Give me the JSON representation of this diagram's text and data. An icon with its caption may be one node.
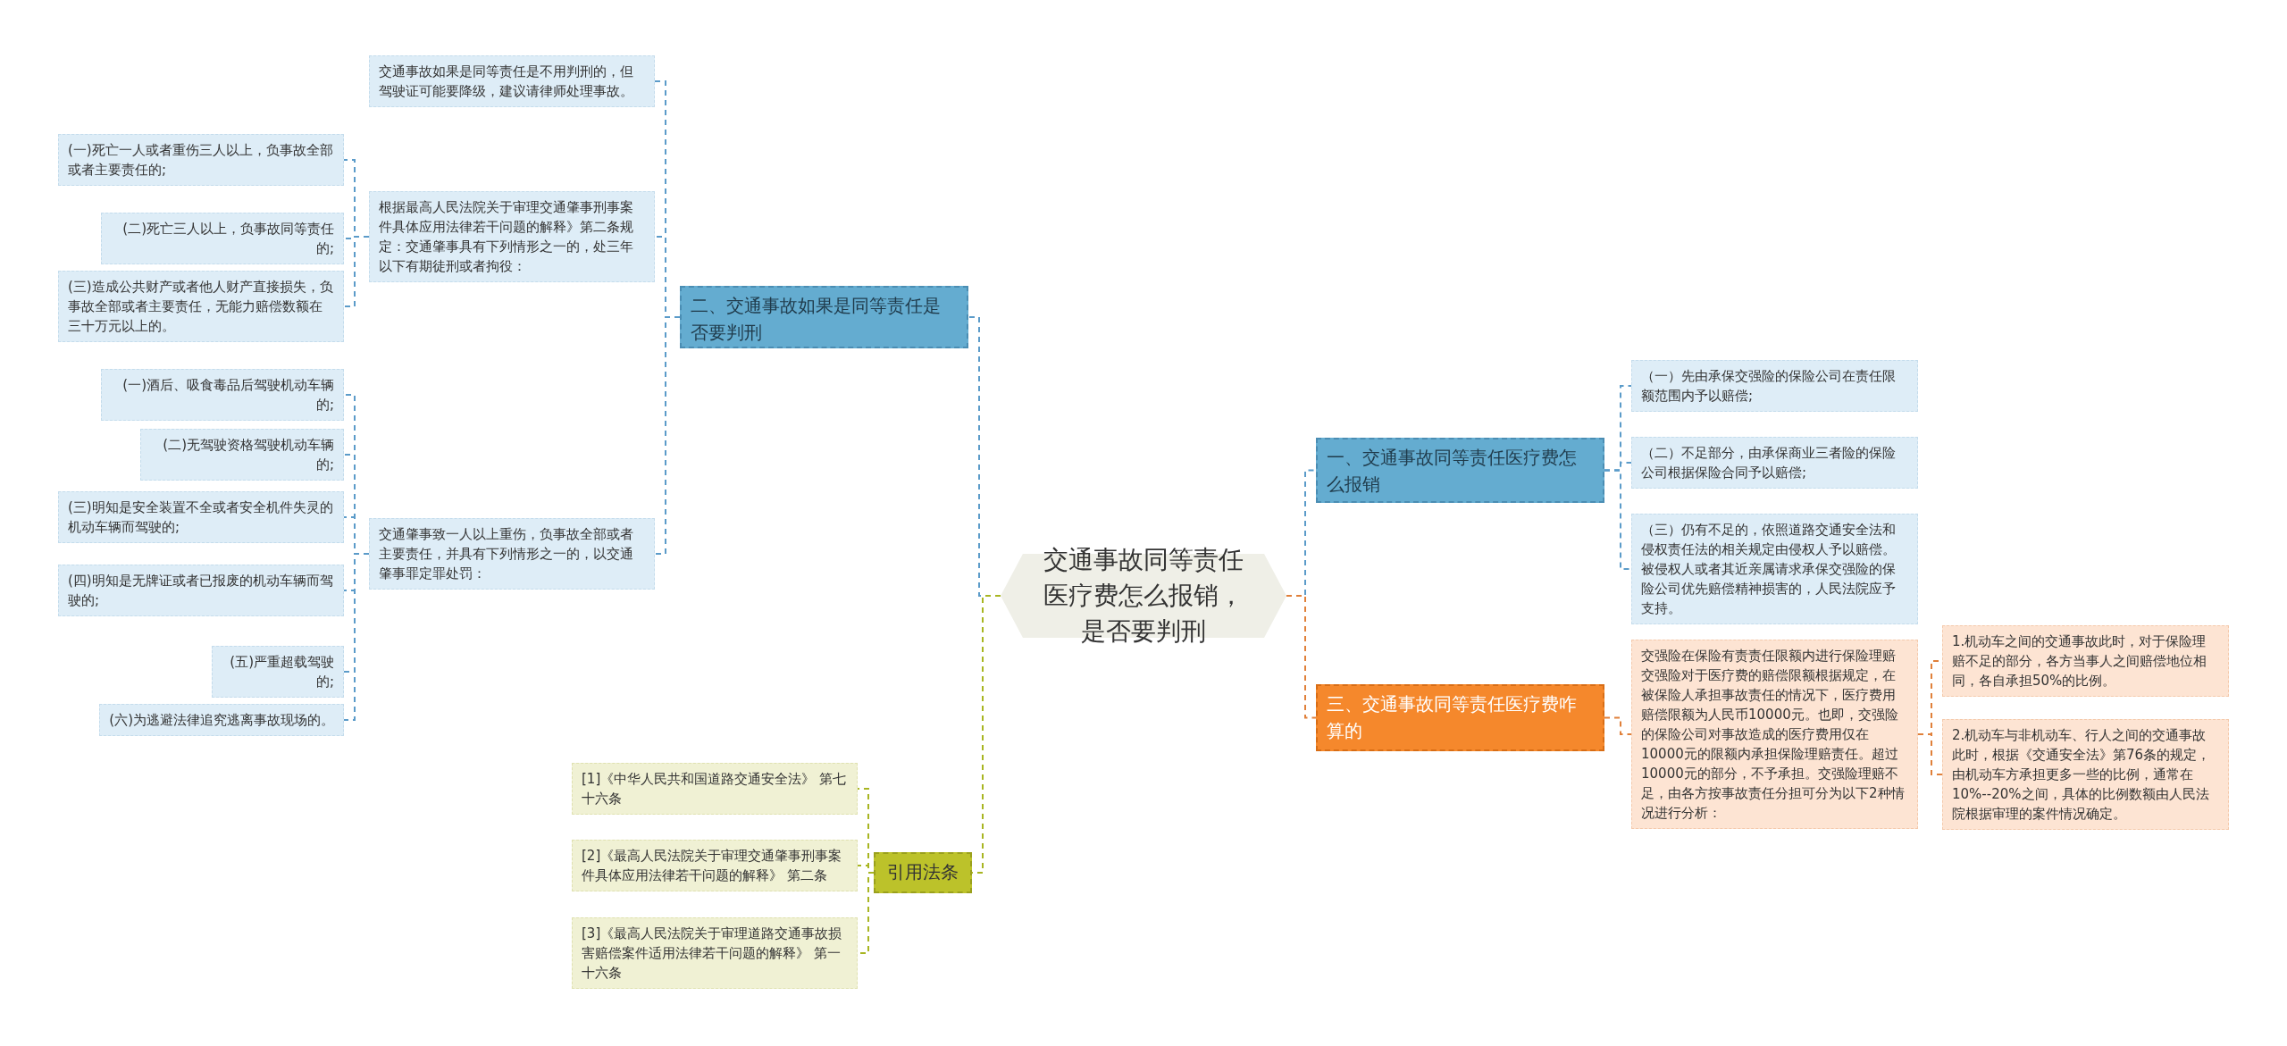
{
  "diagram": {
    "nodes": [
      {
        "text": [
          "交通事故同等责任医疗费怎么报销，是否要判刑"
        ]
      },
      {
        "text": [
          "二、交通事故如果是同等责任是否要判刑"
        ]
      },
      {
        "text": [
          "交通事故如果是同等责任是不用判刑的，但驾驶证可能要降级，建议请律师处理事故。"
        ]
      },
      {
        "text": [
          "根据最高人民法院关于审理交通肇事刑事案件具体应用法律若干问题的解释》第二条规定：交通肇事具有下列情形之一的，处三年以下有期徒刑或者拘役："
        ]
      },
      {
        "text": [
          "(一)死亡一人或者重伤三人以上，负事故全部或者主要责任的;"
        ]
      },
      {
        "text": [
          "(二)死亡三人以上，负事故同等责任的;"
        ]
      },
      {
        "text": [
          "(三)造成公共财产或者他人财产直接损失，负事故全部或者主要责任，无能力赔偿数额在三十万元以上的。"
        ]
      },
      {
        "text": [
          "交通肇事致一人以上重伤，负事故全部或者主要责任，并具有下列情形之一的，以交通肇事罪定罪处罚："
        ]
      },
      {
        "text": [
          "(一)酒后、吸食毒品后驾驶机动车辆的;"
        ]
      },
      {
        "text": [
          "(二)无驾驶资格驾驶机动车辆的;"
        ]
      },
      {
        "text": [
          "(三)明知是安全装置不全或者安全机件失灵的机动车辆而驾驶的;"
        ]
      },
      {
        "text": [
          "(四)明知是无牌证或者已报废的机动车辆而驾驶的;"
        ]
      },
      {
        "text": [
          "(五)严重超载驾驶的;"
        ]
      },
      {
        "text": [
          "(六)为逃避法律追究逃离事故现场的。"
        ]
      },
      {
        "text": [
          "引用法条"
        ]
      },
      {
        "text": [
          "[1]《中华人民共和国道路交通安全法》 第七十六条"
        ]
      },
      {
        "text": [
          "[2]《最高人民法院关于审理交通肇事刑事案件具体应用法律若干问题的解释》 第二条"
        ]
      },
      {
        "text": [
          "[3]《最高人民法院关于审理道路交通事故损害赔偿案件适用法律若干问题的解释》 第一十六条"
        ]
      },
      {
        "text": [
          "一、交通事故同等责任医疗费怎么报销"
        ]
      },
      {
        "text": [
          "（一）先由承保交强险的保险公司在责任限额范围内予以赔偿;"
        ]
      },
      {
        "text": [
          "（二）不足部分，由承保商业三者险的保险公司根据保险合同予以赔偿;"
        ]
      },
      {
        "text": [
          "（三）仍有不足的，依照道路交通安全法和侵权责任法的相关规定由侵权人予以赔偿。被侵权人或者其近亲属请求承保交强险的保险公司优先赔偿精神损害的，人民法院应予支持。"
        ]
      },
      {
        "text": [
          "三、交通事故同等责任医疗费咋算的"
        ]
      },
      {
        "text": [
          "交强险在保险有责责任限额内进行保险理赔交强险对于医疗费的赔偿限额根据规定，在被保险人承担事故责任的情况下，医疗费用赔偿限额为人民币10000元。也即，交强险的保险公司对事故造成的医疗费用仅在10000元的限额内承担保险理赔责任。超过10000元的部分，不予承担。交强险理赔不足，由各方按事故责任分担可分为以下2种情况进行分析："
        ]
      },
      {
        "text": [
          "1.机动车之间的交通事故此时，对于保险理赔不足的部分，各方当事人之间赔偿地位相同，各自承担50%的比例。"
        ]
      },
      {
        "text": [
          "2.机动车与非机动车、行人之间的交通事故此时，根据《交通安全法》第76条的规定，由机动车方承担更多一些的比例，通常在10%--20%之间，具体的比例数额由人民法院根据审理的案件情况确定。"
        ]
      }
    ],
    "edges": [
      {
        "from": 0,
        "to": 1,
        "arrow": "none"
      },
      {
        "from": 1,
        "to": 2,
        "arrow": "none"
      },
      {
        "from": 1,
        "to": 3,
        "arrow": "none"
      },
      {
        "from": 3,
        "to": 4,
        "arrow": "none"
      },
      {
        "from": 3,
        "to": 5,
        "arrow": "none"
      },
      {
        "from": 3,
        "to": 6,
        "arrow": "none"
      },
      {
        "from": 1,
        "to": 7,
        "arrow": "none"
      },
      {
        "from": 7,
        "to": 8,
        "arrow": "none"
      },
      {
        "from": 7,
        "to": 9,
        "arrow": "none"
      },
      {
        "from": 7,
        "to": 10,
        "arrow": "none"
      },
      {
        "from": 7,
        "to": 11,
        "arrow": "none"
      },
      {
        "from": 7,
        "to": 12,
        "arrow": "none"
      },
      {
        "from": 7,
        "to": 13,
        "arrow": "none"
      },
      {
        "from": 0,
        "to": 14,
        "arrow": "none",
        "color": "#a8b521"
      },
      {
        "from": 14,
        "to": 15,
        "arrow": "none",
        "color": "#a8b521"
      },
      {
        "from": 14,
        "to": 16,
        "arrow": "none",
        "color": "#a8b521"
      },
      {
        "from": 14,
        "to": 17,
        "arrow": "none",
        "color": "#a8b521"
      },
      {
        "from": 0,
        "to": 18,
        "arrow": "none"
      },
      {
        "from": 18,
        "to": 19,
        "arrow": "none"
      },
      {
        "from": 18,
        "to": 20,
        "arrow": "none"
      },
      {
        "from": 18,
        "to": 21,
        "arrow": "none"
      },
      {
        "from": 0,
        "to": 22,
        "arrow": "none",
        "color": "#e0803a"
      },
      {
        "from": 22,
        "to": 23,
        "arrow": "none",
        "color": "#e0803a"
      },
      {
        "from": 23,
        "to": 24,
        "arrow": "none",
        "color": "#e0803a"
      },
      {
        "from": 23,
        "to": 25,
        "arrow": "none",
        "color": "#e0803a"
      }
    ]
  }
}
